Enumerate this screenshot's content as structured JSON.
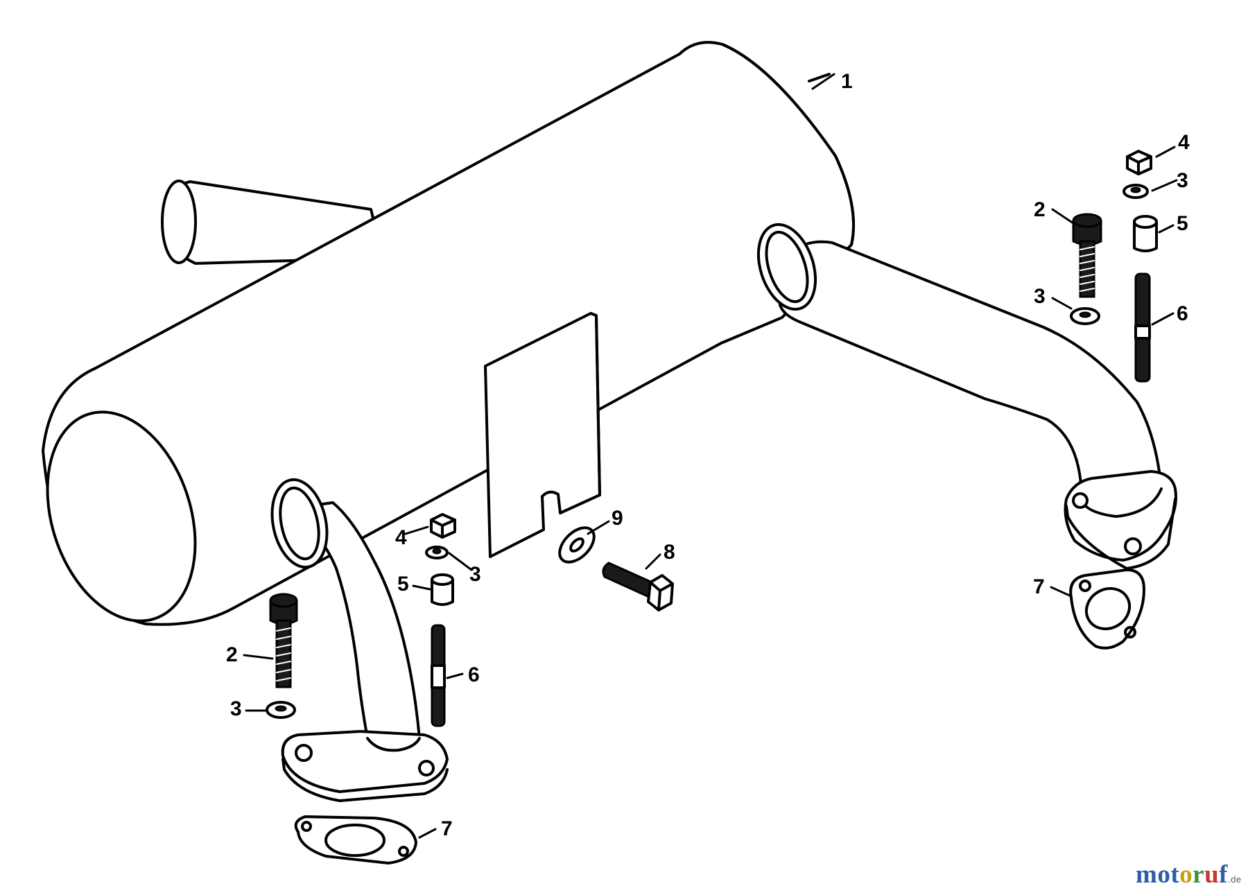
{
  "watermark": {
    "text": "motoruf",
    "suffix": ".de",
    "letter_colors": [
      "#2d5ea8",
      "#2d5ea8",
      "#2d5ea8",
      "#c8a016",
      "#3e8e41",
      "#c0392b",
      "#2d5ea8"
    ]
  },
  "callouts": [
    "1",
    "2",
    "3",
    "4",
    "5",
    "6",
    "7",
    "8",
    "9",
    "2",
    "3",
    "4",
    "3",
    "5",
    "3",
    "6",
    "7"
  ]
}
